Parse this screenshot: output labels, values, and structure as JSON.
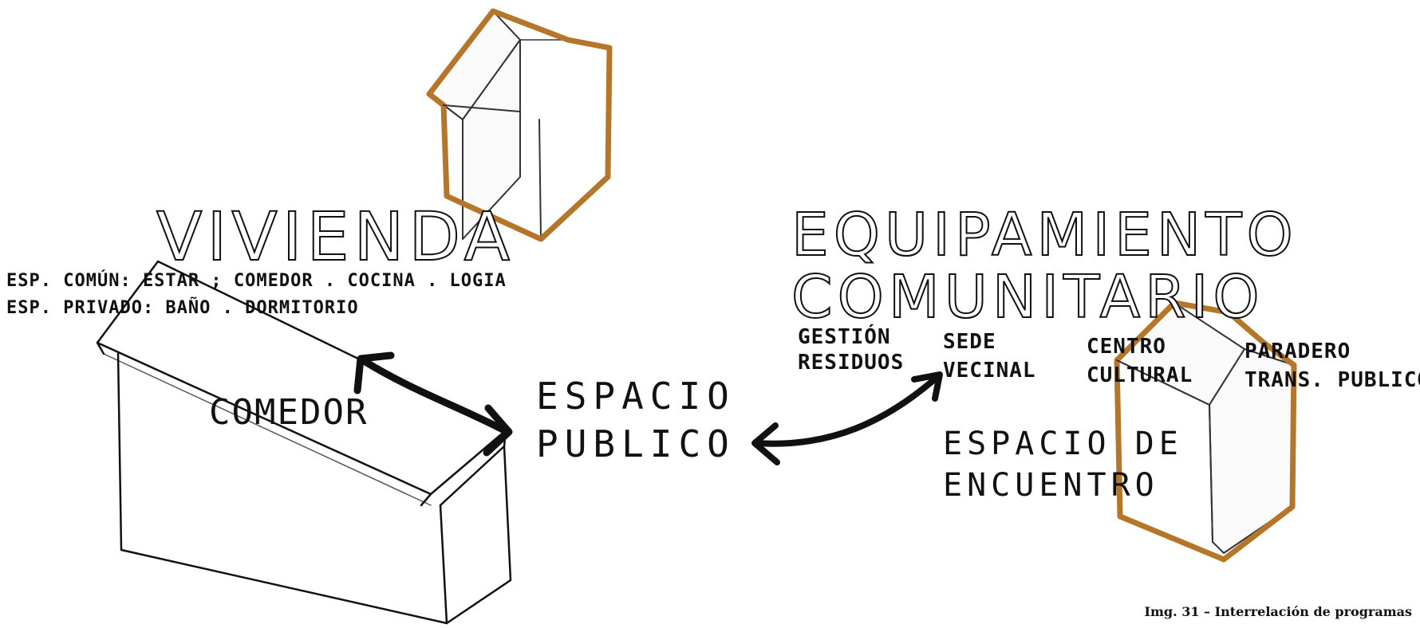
{
  "vivienda": {
    "title": "VIVIENDA",
    "common_spaces": "ESP. COMÚN: ESTAR ; COMEDOR . COCINA . LOGIA",
    "private_spaces": "ESP. PRIVADO: BAÑO . DORMITORIO",
    "block_label": "COMEDOR"
  },
  "espacio_publico": {
    "line1": "ESPACIO",
    "line2": "PUBLICO"
  },
  "equipamiento": {
    "title_line1": "EQUIPAMIENTO",
    "title_line2": "COMUNITARIO",
    "programs": [
      {
        "line1": "GESTIÓN",
        "line2": "RESIDUOS"
      },
      {
        "line1": "SEDE",
        "line2": "VECINAL"
      },
      {
        "line1": "CENTRO",
        "line2": "CULTURAL"
      },
      {
        "line1": "PARADERO",
        "line2": "TRANS. PUBLICO"
      }
    ],
    "meeting_space_line1": "ESPACIO DE",
    "meeting_space_line2": "ENCUENTRO"
  },
  "caption": "Img. 31 – Interrelación de programas",
  "colors": {
    "ink": "#111111",
    "accent_brown": "#b5762a"
  }
}
